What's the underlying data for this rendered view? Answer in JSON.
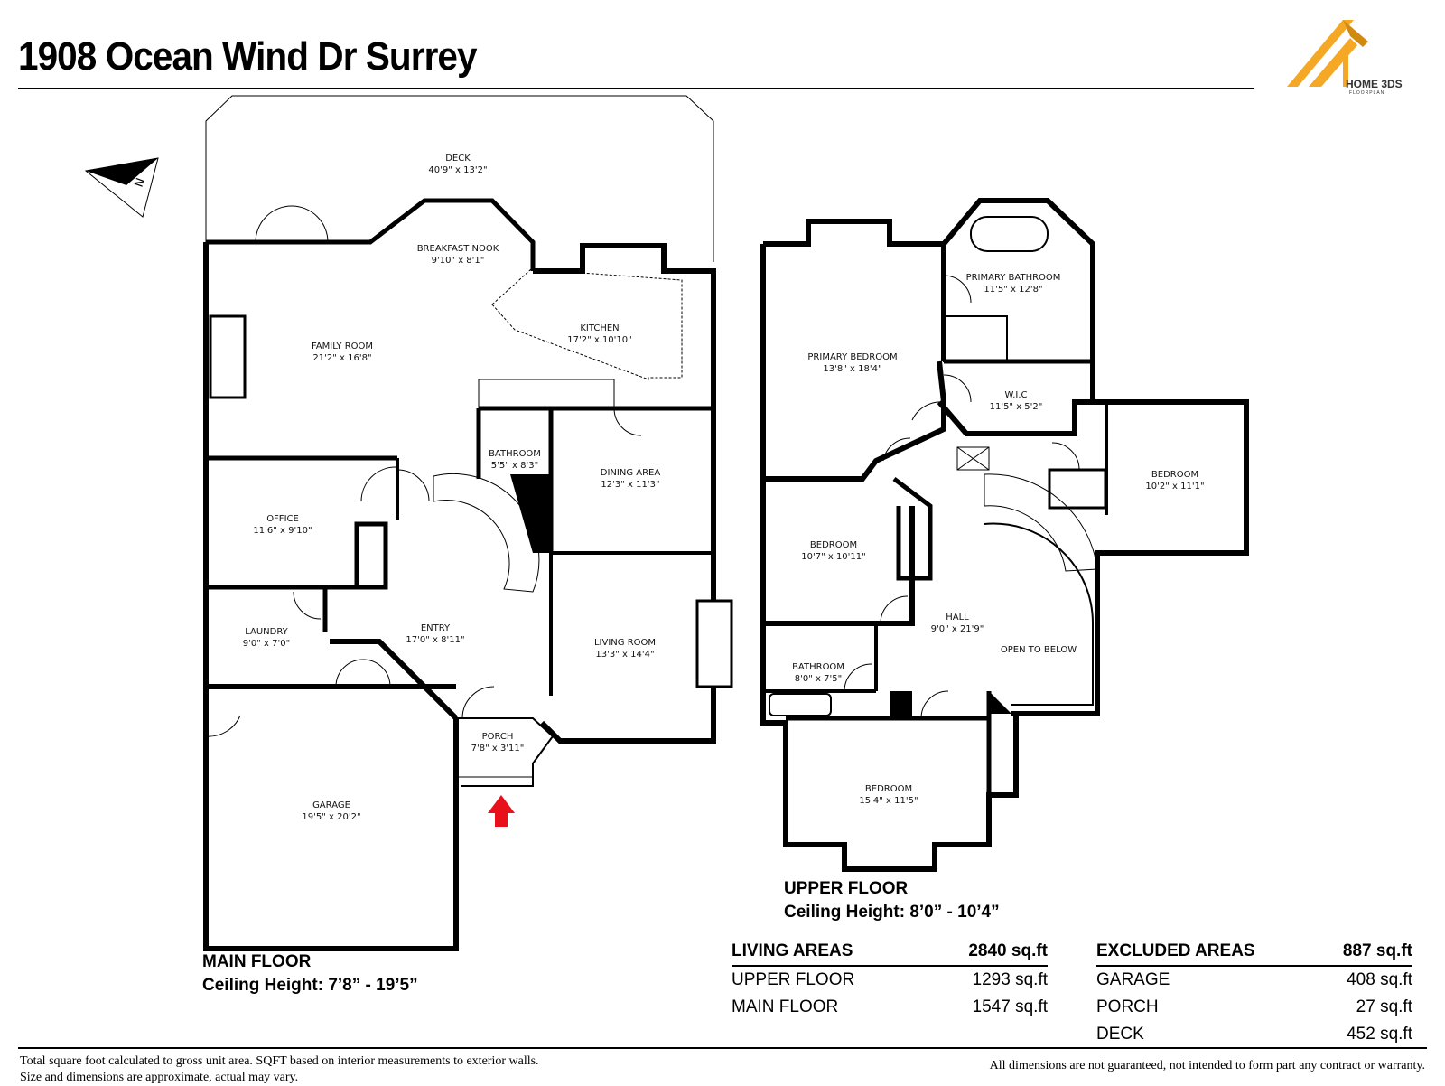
{
  "header": {
    "title": "1908 Ocean Wind Dr Surrey",
    "logo_text": "HOME 3DS",
    "logo_sub": "FLOORPLAN"
  },
  "compass": {
    "label": "N"
  },
  "main_floor": {
    "name": "MAIN FLOOR",
    "ceiling": "Ceiling Height: 7’8” - 19’5”",
    "rooms": [
      {
        "name": "DECK",
        "dims": "40'9\" x 13'2\""
      },
      {
        "name": "BREAKFAST NOOK",
        "dims": "9'10\" x 8'1\""
      },
      {
        "name": "FAMILY ROOM",
        "dims": "21'2\" x 16'8\""
      },
      {
        "name": "KITCHEN",
        "dims": "17'2\" x 10'10\""
      },
      {
        "name": "BATHROOM",
        "dims": "5'5\" x 8'3\""
      },
      {
        "name": "DINING AREA",
        "dims": "12'3\" x 11'3\""
      },
      {
        "name": "OFFICE",
        "dims": "11'6\" x 9'10\""
      },
      {
        "name": "LAUNDRY",
        "dims": "9'0\" x 7'0\""
      },
      {
        "name": "ENTRY",
        "dims": "17'0\" x 8'11\""
      },
      {
        "name": "LIVING ROOM",
        "dims": "13'3\" x 14'4\""
      },
      {
        "name": "PORCH",
        "dims": "7'8\" x 3'11\""
      },
      {
        "name": "GARAGE",
        "dims": "19'5\" x 20'2\""
      }
    ]
  },
  "upper_floor": {
    "name": "UPPER FLOOR",
    "ceiling": "Ceiling Height: 8’0” - 10’4”",
    "rooms": [
      {
        "name": "PRIMARY BATHROOM",
        "dims": "11'5\" x 12'8\""
      },
      {
        "name": "PRIMARY BEDROOM",
        "dims": "13'8\" x 18'4\""
      },
      {
        "name": "W.I.C",
        "dims": "11'5\" x 5'2\""
      },
      {
        "name": "BEDROOM",
        "dims": "10'2\" x 11'1\""
      },
      {
        "name": "BEDROOM",
        "dims": "10'7\" x 10'11\""
      },
      {
        "name": "HALL",
        "dims": "9'0\" x 21'9\""
      },
      {
        "name": "OPEN TO BELOW",
        "dims": ""
      },
      {
        "name": "BATHROOM",
        "dims": "8'0\" x 7'5\""
      },
      {
        "name": "BEDROOM",
        "dims": "15'4\" x 11'5\""
      }
    ]
  },
  "living_areas": {
    "header": {
      "label": "LIVING AREAS",
      "value": "2840 sq.ft"
    },
    "rows": [
      {
        "label": "UPPER FLOOR",
        "value": "1293 sq.ft"
      },
      {
        "label": "MAIN FLOOR",
        "value": "1547 sq.ft"
      }
    ]
  },
  "excluded_areas": {
    "header": {
      "label": "EXCLUDED AREAS",
      "value": "887 sq.ft"
    },
    "rows": [
      {
        "label": "GARAGE",
        "value": "408 sq.ft"
      },
      {
        "label": "PORCH",
        "value": "27 sq.ft"
      },
      {
        "label": "DECK",
        "value": "452 sq.ft"
      }
    ]
  },
  "footer": {
    "left_line1": "Total square foot calculated to gross unit area. SQFT based on interior measurements to exterior walls.",
    "left_line2": "Size and dimensions are approximate, actual may vary.",
    "right": "All dimensions are not guaranteed, not intended to form part any contract or warranty."
  },
  "colors": {
    "logo_accent": "#f4a825",
    "arrow": "#e8111a",
    "wall": "#000000"
  }
}
